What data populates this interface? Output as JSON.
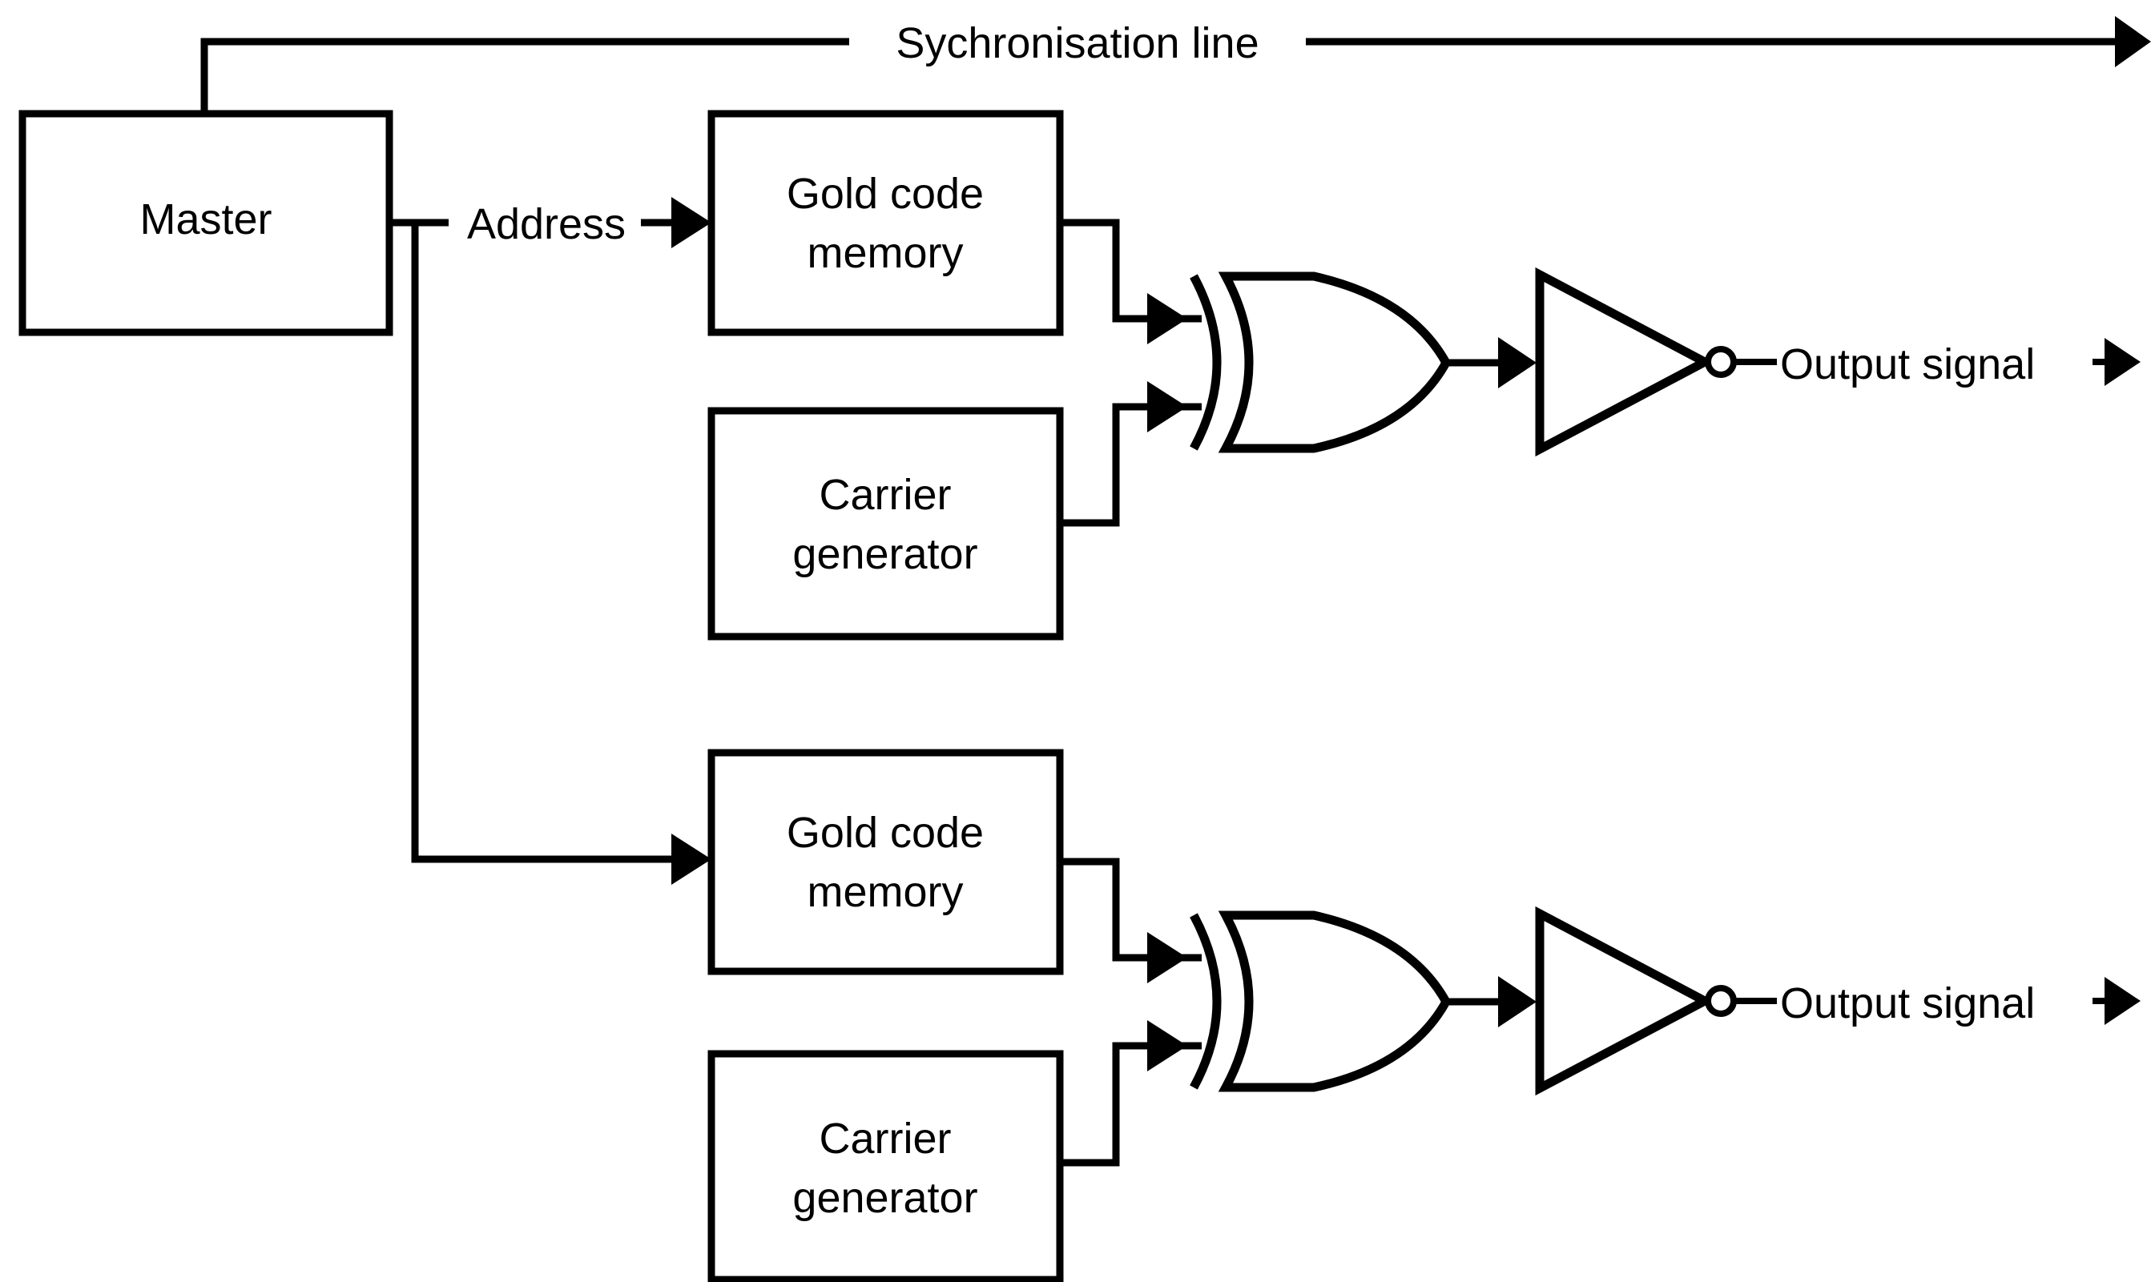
{
  "diagram": {
    "title": "Sychronisation line",
    "background_color": "#ffffff",
    "line_color": "#000000",
    "blocks": {
      "master": {
        "label": "Master"
      },
      "gold_code_memory_top": {
        "label_line1": "Gold code",
        "label_line2": "memory"
      },
      "carrier_generator_top": {
        "label_line1": "Carrier",
        "label_line2": "generator"
      },
      "gold_code_memory_bottom": {
        "label_line1": "Gold code",
        "label_line2": "memory"
      },
      "carrier_generator_bottom": {
        "label_line1": "Carrier",
        "label_line2": "generator"
      }
    },
    "wires": {
      "sync_line_label": "Sychronisation line",
      "address_label": "Address",
      "output_signal_top": "Output signal",
      "output_signal_bottom": "Output signal"
    },
    "gates": {
      "xor_top": {
        "type": "XOR",
        "inputs": 2
      },
      "xor_bottom": {
        "type": "XOR",
        "inputs": 2
      },
      "inverter_top": {
        "type": "NOT"
      },
      "inverter_bottom": {
        "type": "NOT"
      }
    }
  }
}
